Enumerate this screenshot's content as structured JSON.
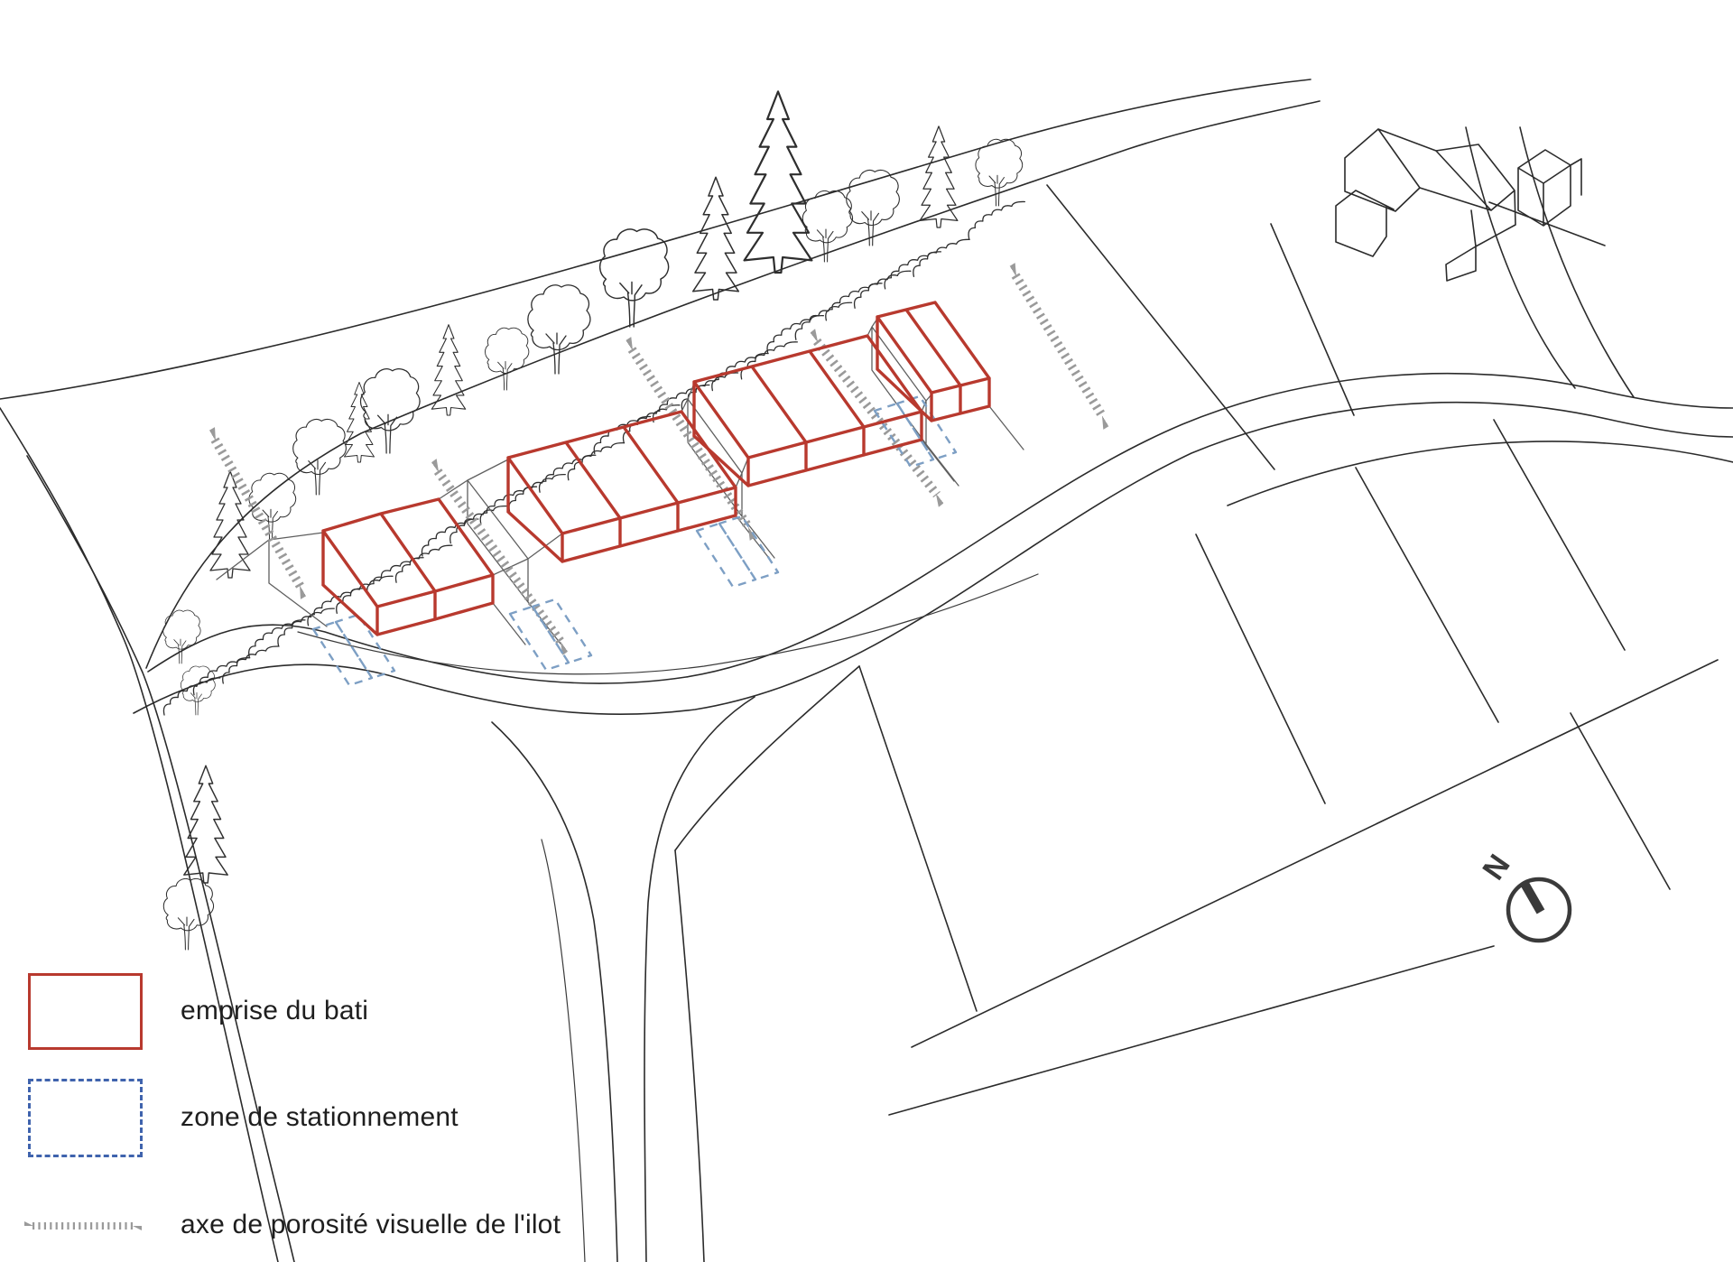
{
  "title": "axonometric site diagram",
  "compass": {
    "label": "N"
  },
  "legend": {
    "items": [
      {
        "id": "built-footprint",
        "label": "emprise du bati",
        "symbol": "red-solid-rect",
        "color": "#b8392e"
      },
      {
        "id": "parking-zone",
        "label": "zone de stationnement",
        "symbol": "blue-dashed-rect",
        "color": "#3f63ad"
      },
      {
        "id": "visual-porosity",
        "label": "axe de porosité visuelle de l'ilot",
        "symbol": "gray-dotted-arrow",
        "color": "#9a9a9a"
      }
    ]
  },
  "site": {
    "red_buildings": 4,
    "parking_groups": 4,
    "porosity_axes": 5,
    "existing_house": 1
  },
  "colors": {
    "background": "#ffffff",
    "site_lines": "#2b2b2b",
    "building_outline": "#b8392e",
    "parking_dash_plan": "#7d9fc4",
    "parking_dash_legend": "#3f63ad",
    "porosity_axis": "#9a9a9a",
    "compass": "#3a3a3a",
    "text": "#1e1e1e"
  }
}
